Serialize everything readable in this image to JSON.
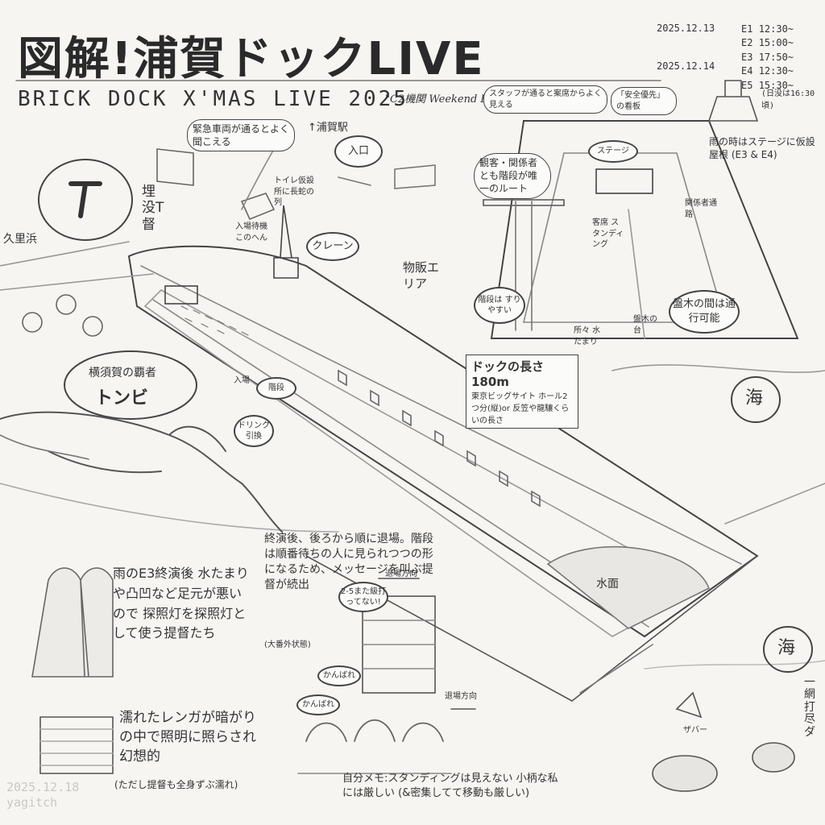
{
  "header": {
    "title": "図解!浦賀ドックLIVE",
    "subtitle": "BRICK DOCK X'MAS LIVE 2025",
    "subtitle_note": "\"C2機関 Weekend Fes.\""
  },
  "schedule": {
    "day1_date": "2025.12.13",
    "day2_date": "2025.12.14",
    "items": [
      {
        "id": "E1",
        "time": "12:30~"
      },
      {
        "id": "E2",
        "time": "15:00~"
      },
      {
        "id": "E3",
        "time": "17:50~"
      },
      {
        "id": "E4",
        "time": "12:30~"
      },
      {
        "id": "E5",
        "time": "15:30~"
      }
    ],
    "note": "(日没は16:30頃)"
  },
  "labels": {
    "emergency": "緊急車両が通るとよく聞こえる",
    "station": "↑浦賀駅",
    "entrance": "入口",
    "buried": "埋没T督",
    "kurihama": "久里浜",
    "toilet": "トイレ仮設所に長蛇の列",
    "crowd": "入場待機このへん",
    "crane": "クレーン",
    "merch": "物販エリア",
    "staff_note": "スタッフが通ると案席からよく見える",
    "safety": "「安全優先」の看板",
    "stage": "ステージ",
    "rain_roof": "雨の時はステージに仮設屋根 (E3 & E4)",
    "route": "観客・関係者とも階段が唯一のルート",
    "seats": "客席 スタンディング",
    "road": "関係者通路",
    "stairs_slip": "階段は すりやすい",
    "puddle": "所々 水たまり",
    "keel": "盤木の台",
    "keel_pass": "盤木の間は通行可能",
    "dock_len": "ドックの長さ180m",
    "dock_len_note": "東京ビッグサイト ホール2つ分(縦)or 反笠や龍驤くらいの長さ",
    "tonbi_a": "横須賀の覇者",
    "tonbi_b": "トンビ",
    "stairs": "階段",
    "drink": "ドリンク引換",
    "enter": "入場",
    "sea": "海",
    "water": "水面",
    "exit_note": "終演後、後ろから順に退場。階段は順番待ちの人に見られつつの形になるため、メッセージを叫ぶ提督が続出",
    "exit_dir": "退場方向",
    "exit_sub": "(大番外状態)",
    "cheer1": "2-5また級打ってない!",
    "cheer2": "かんばれ",
    "cheer3": "かんばれ",
    "rain_note": "雨のE3終演後 水たまりや凸凹など足元が悪いので 探照灯を探照灯として使う提督たち",
    "brick_note": "濡れたレンガが暗がりの中で照明に照らされ幻想的",
    "brick_sub": "(ただし提督も全身ずぶ濡れ)",
    "memo": "自分メモ:スタンディングは見えない 小柄な私には厳しい (&密集してて移動も厳しい)",
    "fishing": "一網打尽ダ",
    "splash": "ザバー"
  },
  "signature": {
    "date": "2025.12.18",
    "name": "yagitch"
  }
}
